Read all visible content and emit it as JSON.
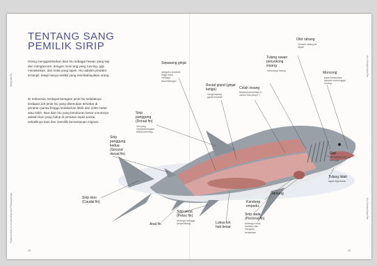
{
  "page": {
    "title_line1": "TENTANG SANG",
    "title_line2": "PEMILIK SIRIP",
    "paragraph1": "Orang menggambarkan ikan hiu sebagai hewan yang keji dan mengancam, dengan moncong yang runcing, gigi menakutkan, dan mata yang tajam. Hiu adalah predator terampil, tetapi hanya sedikit yang membahayakan orang.",
    "paragraph2": "Di Indonesia, terdapat beragam jenis hiu setidaknya terdapat 118 jenis hiu yang ditemukan tersebar di perairan pantai hingga kedalaman lebih dari 1000 meter atau lebih. Ikan-ikan hiu yang berukuran besar umumnya adalah ikan yang hidup di perairan lepas pantai, sebaliknya luas dan memiliki kemampuan migrasi.",
    "side_left_top": "Mengenal Hiu",
    "side_left_bottom": "Panduan Ikan Hiu di Indonesia dan Pemburuannya",
    "side_right_top": "Hiu: Kerabat Ikan Pari",
    "side_right_bottom": "Hiu: Kerabat Ikan Pari",
    "folio_left": "10",
    "folio_right": "11"
  },
  "labels": {
    "sepasang_ginjal": "Sepasang ginjal",
    "sepasang_ginjal_desc": "mengatur produksi tinggi untuk menjaga keseimbangan",
    "rectal_gland": "Rectal gland (ginjal ketiga)",
    "rectal_gland_desc": "mengeluarkan garam berlebih",
    "celah_insang": "Celah insang",
    "celah_insang_desc": "Biasanya berjumlah 5, namun ada yang 6-7",
    "tulang_rawan": "Tulang rawan penyokong insang",
    "tulang_rawan_desc": "melindungi insang",
    "otot_rahang": "Otot rahang",
    "otot_rahang_desc": "menarik rahang ke depan",
    "moncong": "Moncong",
    "moncong_desc": "pada kebanyakan spesies moncongnya runcing",
    "sirip_dorsal1": "Sirip punggung (Dorsal fin)",
    "sirip_dorsal1_desc": "otot yang menyeimbangkan ketika berenang",
    "sirip_dorsal2": "Sirip punggung kedua (Second dorsal fin)",
    "gigi": "Gigi",
    "gigi_desc": "Hiu memiliki banyak baris gigi",
    "lidah": "Tulang lidah",
    "lidah_desc": "dapat digerakkan",
    "sirip_ekor": "Sirip ekor (Caudal fin)",
    "anal_fin": "Anal fin",
    "sirip_perut": "Sirip perut (Pelvic fin)",
    "sirip_perut_desc": "berfungsi sebagai penyeimbang",
    "lobus_hati": "Lobus kiri hati besar",
    "sirip_dada": "Sirip dada (Pectoral fin)",
    "sirip_dada_desc": "berfungsi untuk berbelok dan mengatur kedalaman",
    "kandung_empedu": "Kandung empedu",
    "jantung": "Jantung"
  },
  "colors": {
    "title": "#4a4f8c",
    "shark_body": "#9aa0a8",
    "shark_belly": "#e6e8eb",
    "organs": "#d9a3a0",
    "muscle": "#c98a86"
  }
}
